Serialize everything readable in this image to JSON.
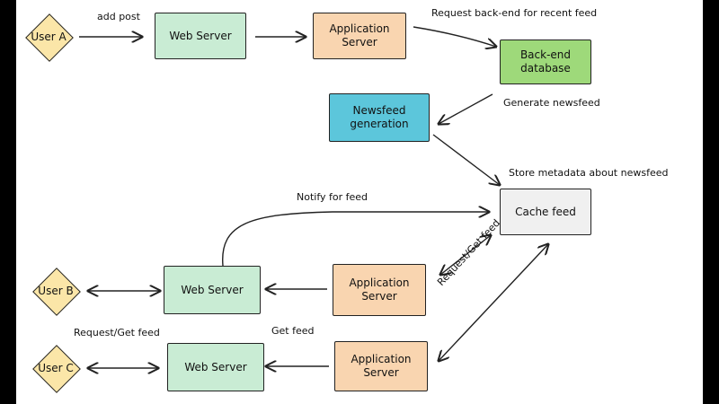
{
  "colors": {
    "frame": "#000000",
    "canvas": "#ffffff",
    "user": "#fbe6a8",
    "web_server": "#c9ecd4",
    "app_server": "#f9d5b0",
    "database": "#9ed97a",
    "newsfeed": "#5cc6db",
    "cache": "#f0f0f0"
  },
  "nodes": {
    "user_a": "User A",
    "user_b": "User B",
    "user_c": "User C",
    "web_server_1": "Web Server",
    "web_server_2": "Web Server",
    "web_server_3": "Web Server",
    "app_server_1": "Application Server",
    "app_server_2": "Application Server",
    "app_server_3": "Application Server",
    "database": "Back-end database",
    "newsfeed": "Newsfeed generation",
    "cache": "Cache feed"
  },
  "edge_labels": {
    "add_post": "add post",
    "request_backend": "Request back-end for recent feed",
    "generate_newsfeed": "Generate newsfeed",
    "store_metadata": "Store metadata about newsfeed",
    "notify_feed": "Notify for feed",
    "request_get_feed": "Request/Get feed",
    "get_feed": "Get feed",
    "request_get_feed_2": "Request/Get feed"
  }
}
